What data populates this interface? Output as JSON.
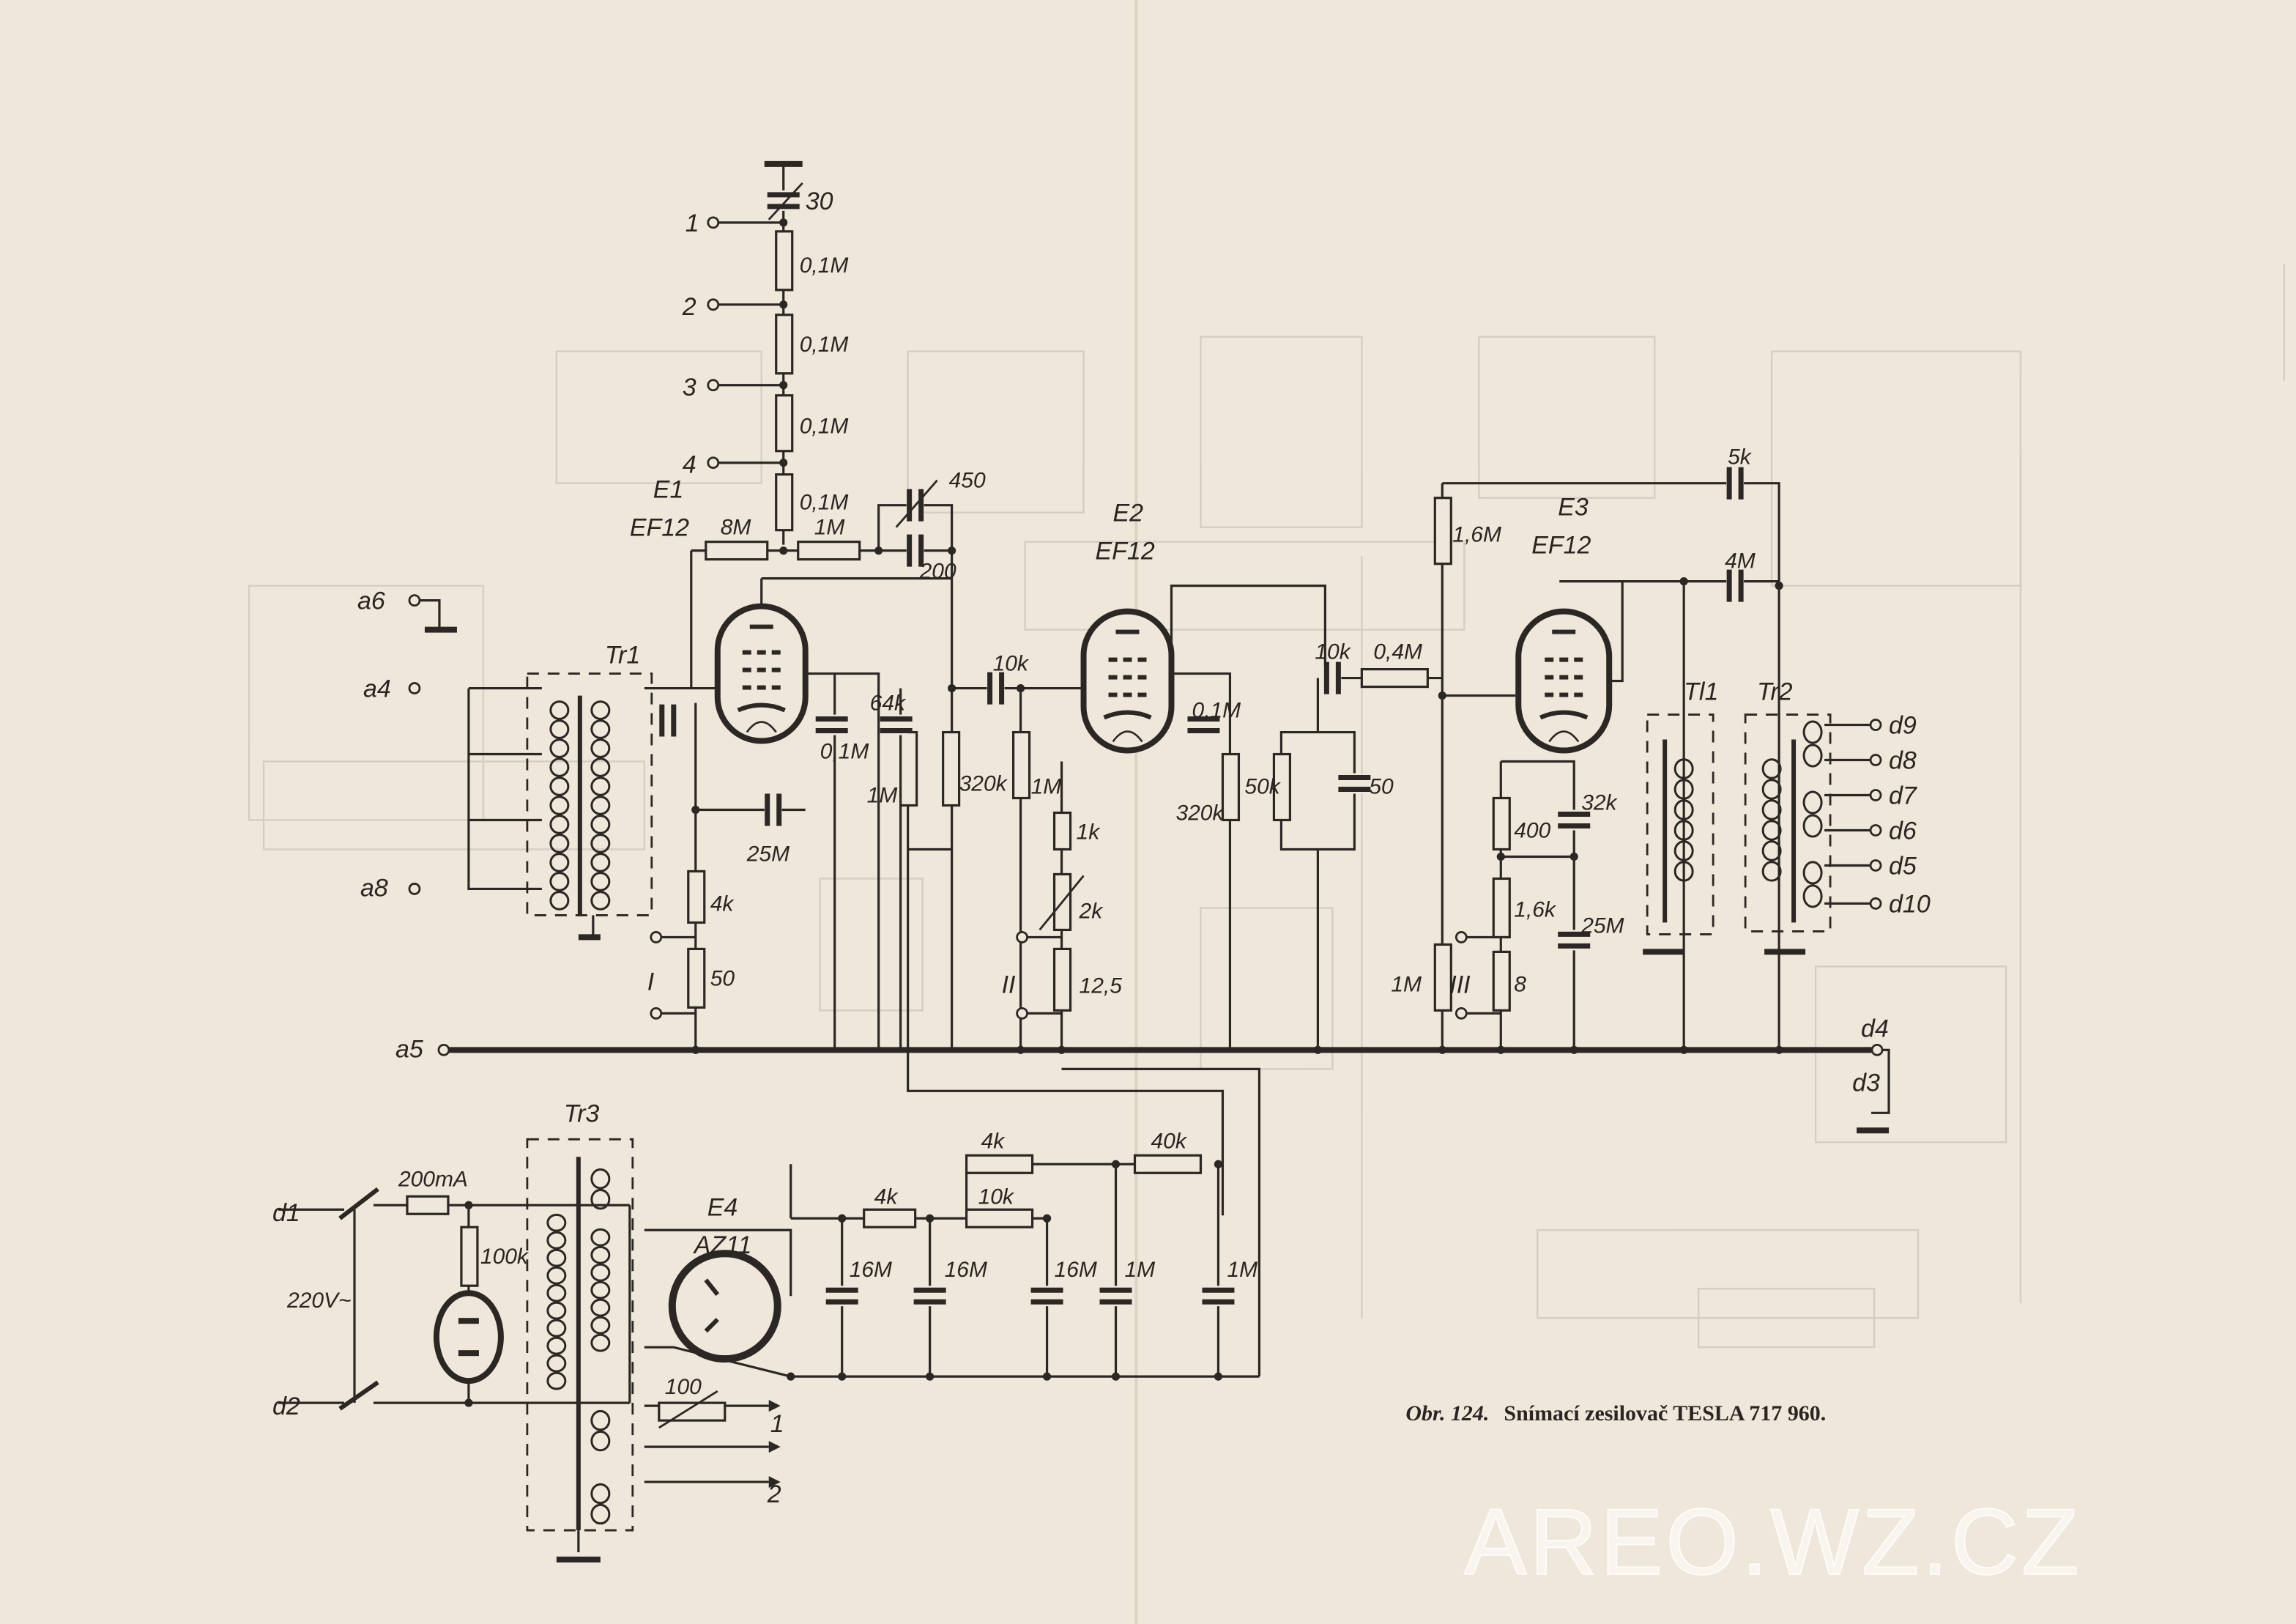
{
  "caption": {
    "prefix": "Obr. 124.",
    "text": "Snímací zesilovač TESLA 717 960."
  },
  "watermark": "AREO.WZ.CZ",
  "terminals": {
    "t1": "1",
    "t2": "2",
    "t3": "3",
    "t4": "4",
    "a4": "a4",
    "a5": "a5",
    "a6": "a6",
    "a8": "a8",
    "d1": "d1",
    "d2": "d2",
    "d3": "d3",
    "d4": "d4",
    "d5": "d5",
    "d6": "d6",
    "d7": "d7",
    "d8": "d8",
    "d9": "d9",
    "d10": "d10",
    "out1": "1",
    "out2": "2",
    "sw1": "I",
    "sw2": "II",
    "sw3": "III",
    "mains": "220V~"
  },
  "tubes": {
    "e1": {
      "name": "E1",
      "type": "EF12"
    },
    "e2": {
      "name": "E2",
      "type": "EF12"
    },
    "e3": {
      "name": "E3",
      "type": "EF12"
    },
    "e4": {
      "name": "E4",
      "type": "AZ11"
    }
  },
  "transformers": {
    "tr1": "Tr1",
    "tr2": "Tr2",
    "tr3": "Tr3",
    "tl1": "Tl1"
  },
  "components": {
    "c30": "30",
    "r01a": "0,1M",
    "r01b": "0,1M",
    "r01c": "0,1M",
    "r01d": "0,1M",
    "r8m": "8M",
    "r1m_top": "1M",
    "c450": "450",
    "c200": "200",
    "c64k": "64k",
    "c01m_e1": "0,1M",
    "c25m_e1": "25M",
    "r1m_e1": "1M",
    "r320k_a": "320k",
    "r4k_e1": "4k",
    "r50_e1": "50",
    "c10k_e2": "10k",
    "r1m_e2": "1M",
    "c01m_e2": "0,1M",
    "r320k_b": "320k",
    "r1k": "1k",
    "r2k": "2k",
    "r125": "12,5",
    "c10k_b": "10k",
    "r04m": "0,4M",
    "r50k": "50k",
    "c50": "50",
    "r16m": "1,6M",
    "c5k": "5k",
    "c4m": "4M",
    "r400": "400",
    "c32k": "32k",
    "r16k": "1,6k",
    "c25m_e3": "25M",
    "r1m_e3": "1M",
    "r8": "8",
    "fuse": "200mA",
    "r100k": "100k",
    "r100": "100",
    "r4k_a": "4k",
    "r4k_b": "4k",
    "r10k": "10k",
    "r40k": "40k",
    "c16m_a": "16M",
    "c16m_b": "16M",
    "c16m_c": "16M",
    "c1m_a": "1M",
    "c1m_b": "1M"
  }
}
